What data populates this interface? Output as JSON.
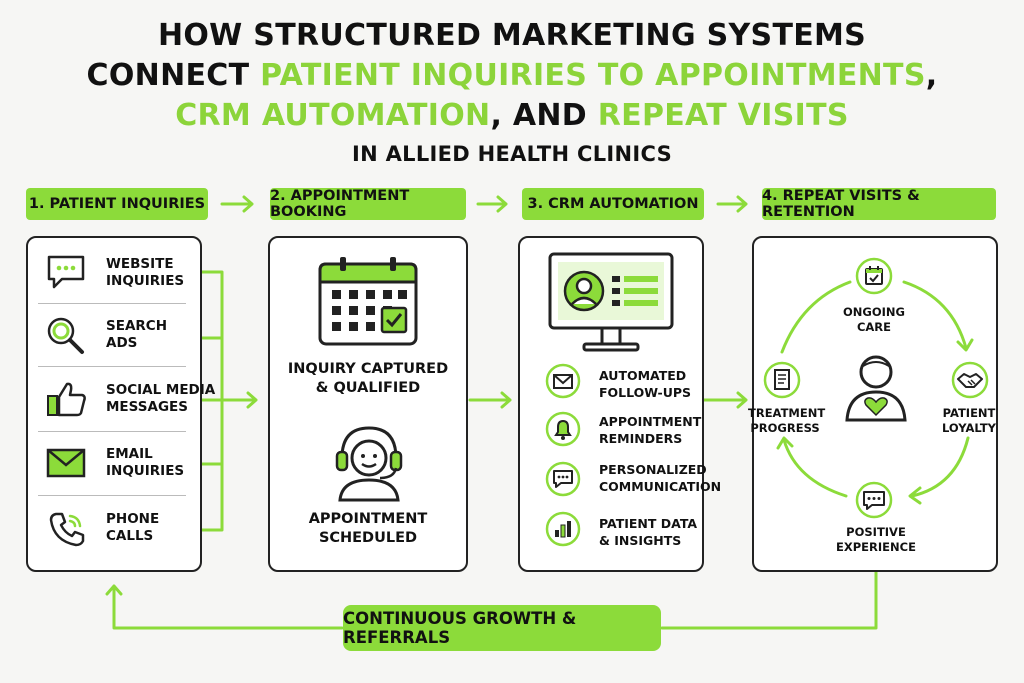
{
  "title": {
    "line1": "HOW STRUCTURED MARKETING SYSTEMS",
    "line2_a": "CONNECT ",
    "line2_b": "PATIENT INQUIRIES TO APPOINTMENTS",
    "line2_c": ",",
    "line3_a": "CRM AUTOMATION",
    "line3_b": ", AND ",
    "line3_c": "REPEAT VISITS",
    "line4": "IN ALLIED HEALTH CLINICS"
  },
  "steps": [
    {
      "label": "1. PATIENT INQUIRIES"
    },
    {
      "label": "2. APPOINTMENT BOOKING"
    },
    {
      "label": "3. CRM AUTOMATION"
    },
    {
      "label": "4. REPEAT VISITS & RETENTION"
    }
  ],
  "inquiries": [
    {
      "line1": "WEBSITE",
      "line2": "INQUIRIES",
      "icon": "chat-bubble-icon"
    },
    {
      "line1": "SEARCH",
      "line2": "ADS",
      "icon": "magnifier-icon"
    },
    {
      "line1": "SOCIAL MEDIA",
      "line2": "MESSAGES",
      "icon": "thumbs-up-icon"
    },
    {
      "line1": "EMAIL",
      "line2": "INQUIRIES",
      "icon": "envelope-icon"
    },
    {
      "line1": "PHONE",
      "line2": "CALLS",
      "icon": "phone-icon"
    }
  ],
  "booking": {
    "captured_1": "INQUIRY CAPTURED",
    "captured_2": "& QUALIFIED",
    "scheduled_1": "APPOINTMENT",
    "scheduled_2": "SCHEDULED"
  },
  "crm": [
    {
      "line1": "AUTOMATED",
      "line2": "FOLLOW-UPS",
      "icon": "envelope-icon"
    },
    {
      "line1": "APPOINTMENT",
      "line2": "REMINDERS",
      "icon": "bell-icon"
    },
    {
      "line1": "PERSONALIZED",
      "line2": "COMMUNICATION",
      "icon": "chat-bubble-icon"
    },
    {
      "line1": "PATIENT DATA",
      "line2": "& INSIGHTS",
      "icon": "bar-chart-icon"
    }
  ],
  "retention": {
    "ongoing_1": "ONGOING",
    "ongoing_2": "CARE",
    "loyalty_1": "PATIENT",
    "loyalty_2": "LOYALTY",
    "positive_1": "POSITIVE",
    "positive_2": "EXPERIENCE",
    "progress_1": "TREATMENT",
    "progress_2": "PROGRESS"
  },
  "growth": "CONTINUOUS GROWTH & REFERRALS",
  "colors": {
    "accent": "#8cdb3a",
    "outline": "#222222"
  }
}
